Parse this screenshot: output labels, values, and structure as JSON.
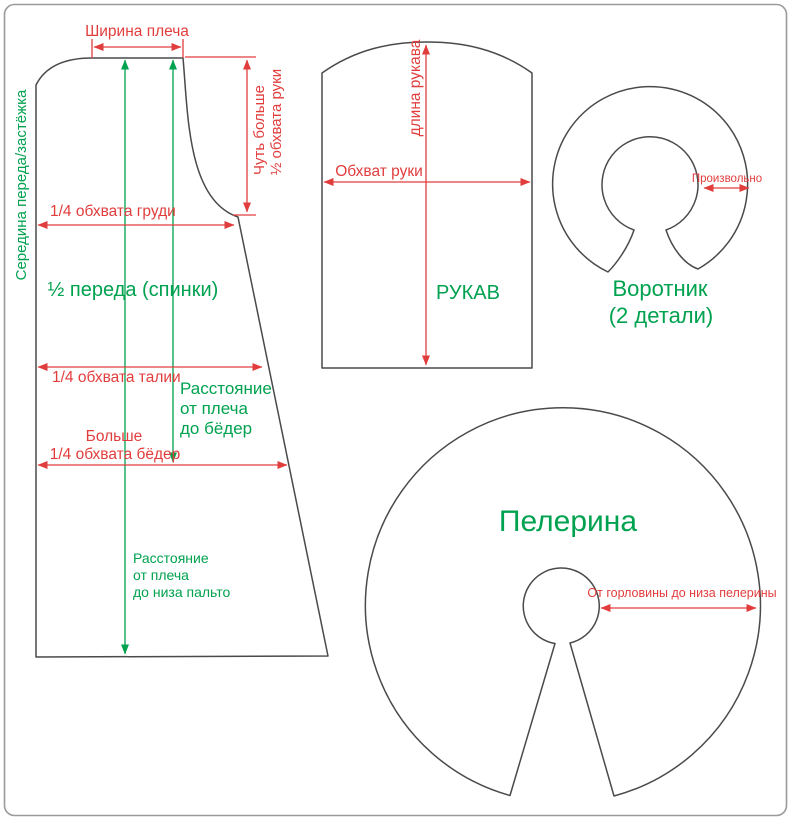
{
  "colors": {
    "dimension_red": "#e23d3d",
    "label_green": "#00a24f",
    "pattern_outline": "#4a4a4a",
    "frame_gray": "#9a9a9a",
    "background": "#ffffff"
  },
  "body": {
    "center_front": "Середина переда/застёжка",
    "shoulder_width": "Ширина плеча",
    "armhole_depth": [
      "Чуть больше",
      "½ обхвата руки"
    ],
    "chest": "1/4 обхвата груди",
    "half_front": "½ переда (спинки)",
    "waist": "1/4 обхвата талии",
    "hips": [
      "Больше",
      "1/4 обхвата бёдер"
    ],
    "shoulder_to_hips": [
      "Расстояние",
      "от плеча",
      "до бёдер"
    ],
    "shoulder_to_hem": [
      "Расстояние",
      "от плеча",
      "до низа пальто"
    ]
  },
  "sleeve": {
    "title": "РУКАВ",
    "length": "длина рукава",
    "girth": "Обхват руки"
  },
  "collar": {
    "title": [
      "Воротник",
      "(2 детали)"
    ],
    "width": "Произвольно"
  },
  "cape": {
    "title": "Пелерина",
    "radius": "От горловины до низа пелерины"
  }
}
